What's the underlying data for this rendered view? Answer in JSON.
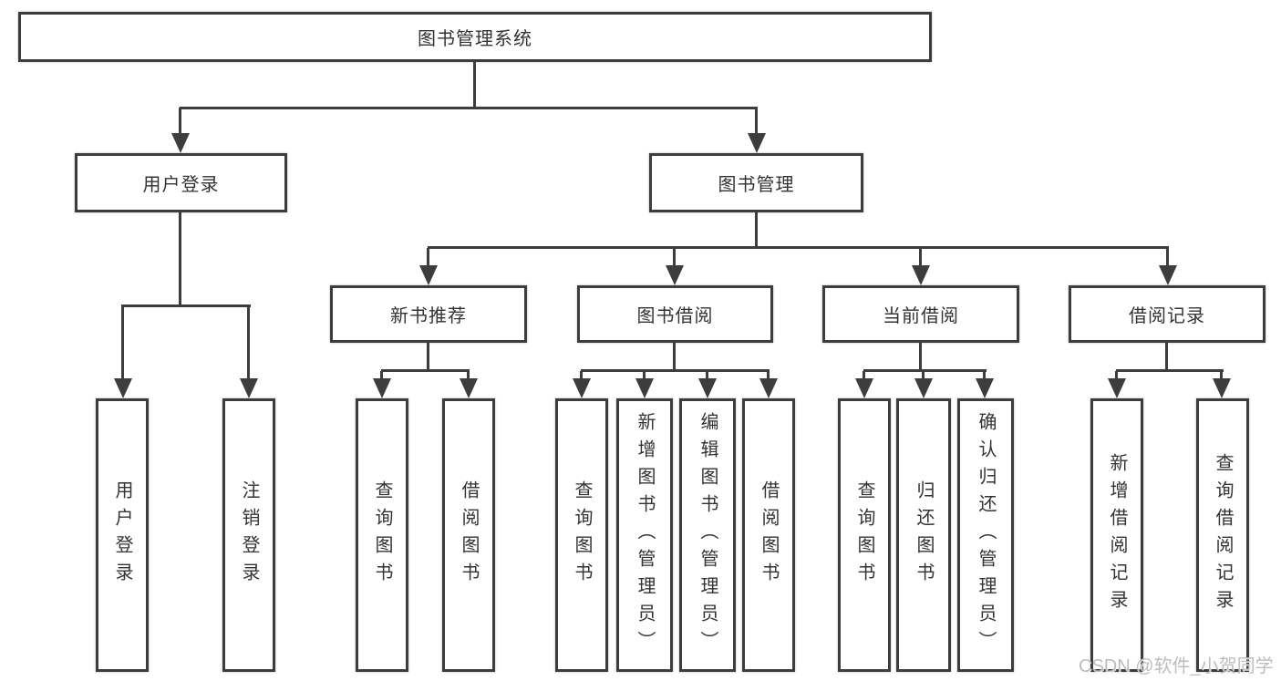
{
  "diagram": {
    "root": {
      "label": "图书管理系统"
    },
    "level1": [
      {
        "label": "用户登录"
      },
      {
        "label": "图书管理"
      }
    ],
    "level2": [
      {
        "label": "新书推荐"
      },
      {
        "label": "图书借阅"
      },
      {
        "label": "当前借阅"
      },
      {
        "label": "借阅记录"
      }
    ],
    "leaves": {
      "user_login": [
        "用户登录",
        "注销登录"
      ],
      "new_book": [
        "查询图书",
        "借阅图书"
      ],
      "book_borrow": [
        "查询图书",
        "新增图书（管理员）",
        "编辑图书（管理员）",
        "借阅图书"
      ],
      "current_borrow": [
        "查询图书",
        "归还图书",
        "确认归还（管理员）"
      ],
      "borrow_record": [
        "新增借阅记录",
        "查询借阅记录"
      ]
    }
  },
  "watermark": "CSDN @软件_小贺同学",
  "colors": {
    "line": "#3d3d3d",
    "text": "#333333",
    "watermark": "#bdbdbd",
    "background": "#ffffff"
  }
}
